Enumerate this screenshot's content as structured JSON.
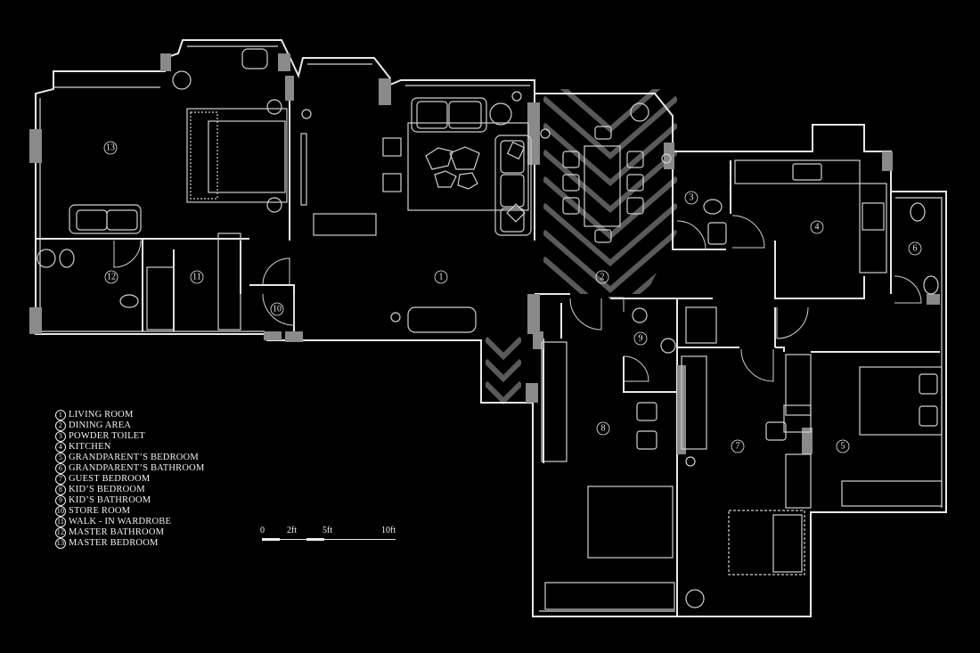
{
  "rooms": [
    {
      "number": "1",
      "name": "LIVING ROOM"
    },
    {
      "number": "2",
      "name": "DINING AREA"
    },
    {
      "number": "3",
      "name": "POWDER TOILET"
    },
    {
      "number": "4",
      "name": "KITCHEN"
    },
    {
      "number": "5",
      "name": "GRANDPARENT’S BEDROOM"
    },
    {
      "number": "6",
      "name": "GRANDPARENT’S BATHROOM"
    },
    {
      "number": "7",
      "name": "GUEST BEDROOM"
    },
    {
      "number": "8",
      "name": "KID’S BEDROOM"
    },
    {
      "number": "9",
      "name": "KID’S BATHROOM"
    },
    {
      "number": "10",
      "name": "STORE ROOM"
    },
    {
      "number": "11",
      "name": "WALK - IN WARDROBE"
    },
    {
      "number": "12",
      "name": "MASTER BATHROOM"
    },
    {
      "number": "13",
      "name": "MASTER BEDROOM"
    }
  ],
  "scale_bar": {
    "labels": [
      "0",
      "2ft",
      "5ft",
      "10ft"
    ]
  },
  "colors": {
    "background": "#000000",
    "lines": "#e8e8e8",
    "columns": "#8a8a8a",
    "hatch": "#5a5a5a"
  }
}
